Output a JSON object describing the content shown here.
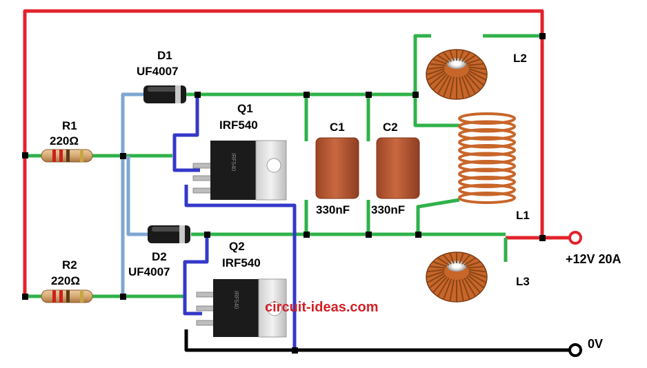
{
  "colors": {
    "positive_wire": "#e3222b",
    "signal_wire": "#2fb24a",
    "diode_wire": "#7ea6d2",
    "gate_wire": "#3438c8",
    "ground_wire": "#000000",
    "copper": "#c8662a",
    "capacitor": "#b95a35",
    "watermark": "#d32027"
  },
  "components": {
    "d1": {
      "ref": "D1",
      "part": "UF4007"
    },
    "d2": {
      "ref": "D2",
      "part": "UF4007"
    },
    "r1": {
      "ref": "R1",
      "value": "220Ω"
    },
    "r2": {
      "ref": "R2",
      "value": "220Ω"
    },
    "q1": {
      "ref": "Q1",
      "part": "IRF540",
      "marking": "IRF540"
    },
    "q2": {
      "ref": "Q2",
      "part": "IRF540",
      "marking": "IRF540"
    },
    "c1": {
      "ref": "C1",
      "value": "330nF"
    },
    "c2": {
      "ref": "C2",
      "value": "330nF"
    },
    "l1": {
      "ref": "L1"
    },
    "l2": {
      "ref": "L2"
    },
    "l3": {
      "ref": "L3"
    }
  },
  "terminals": {
    "positive": "+12V 20A",
    "ground": "0V"
  },
  "watermark": "circuit-ideas.com"
}
